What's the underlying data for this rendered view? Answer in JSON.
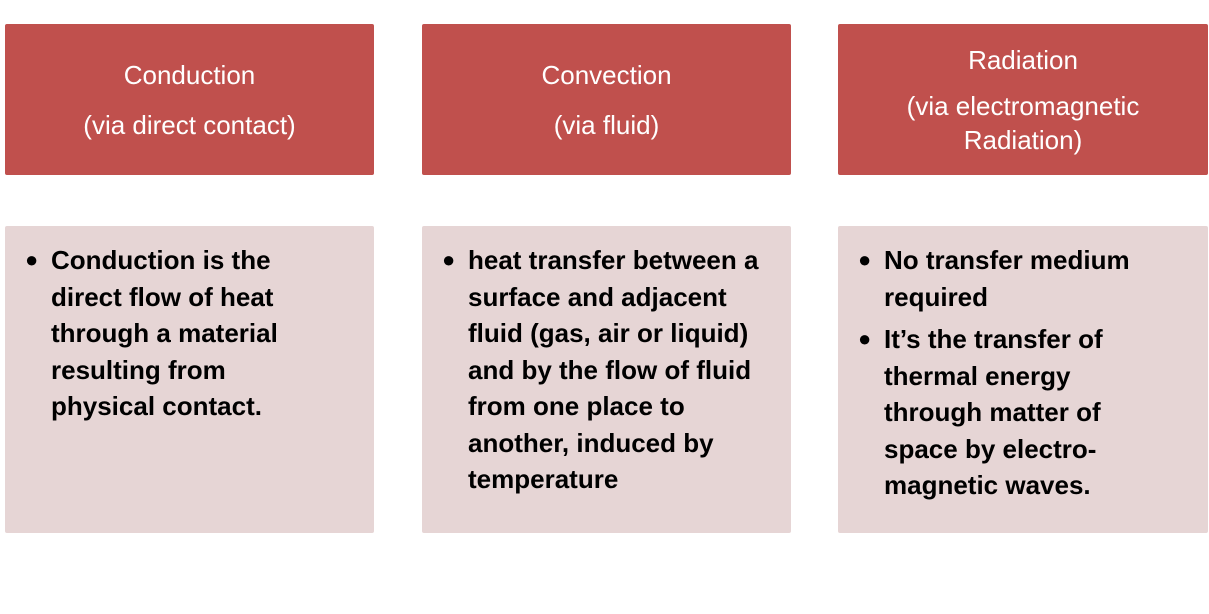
{
  "columns": [
    {
      "title": "Conduction",
      "subtitle": "(via direct contact)",
      "bullets": [
        "Conduction is the direct flow of heat through a material resulting from physical contact."
      ]
    },
    {
      "title": "Convection",
      "subtitle": "(via fluid)",
      "bullets": [
        "heat transfer between a surface and adjacent fluid (gas, air or liquid) and by the flow of fluid from one place to another, induced by temperature"
      ]
    },
    {
      "title": "Radiation",
      "subtitle": "(via electromagnetic Radiation)",
      "bullets": [
        "No transfer medium required",
        "It’s the transfer of thermal energy through matter of space by electro-magnetic  waves."
      ]
    }
  ],
  "colors": {
    "header": "#c0504d",
    "body": "#e6d5d5",
    "header_text": "#ffffff",
    "body_text": "#000000"
  }
}
